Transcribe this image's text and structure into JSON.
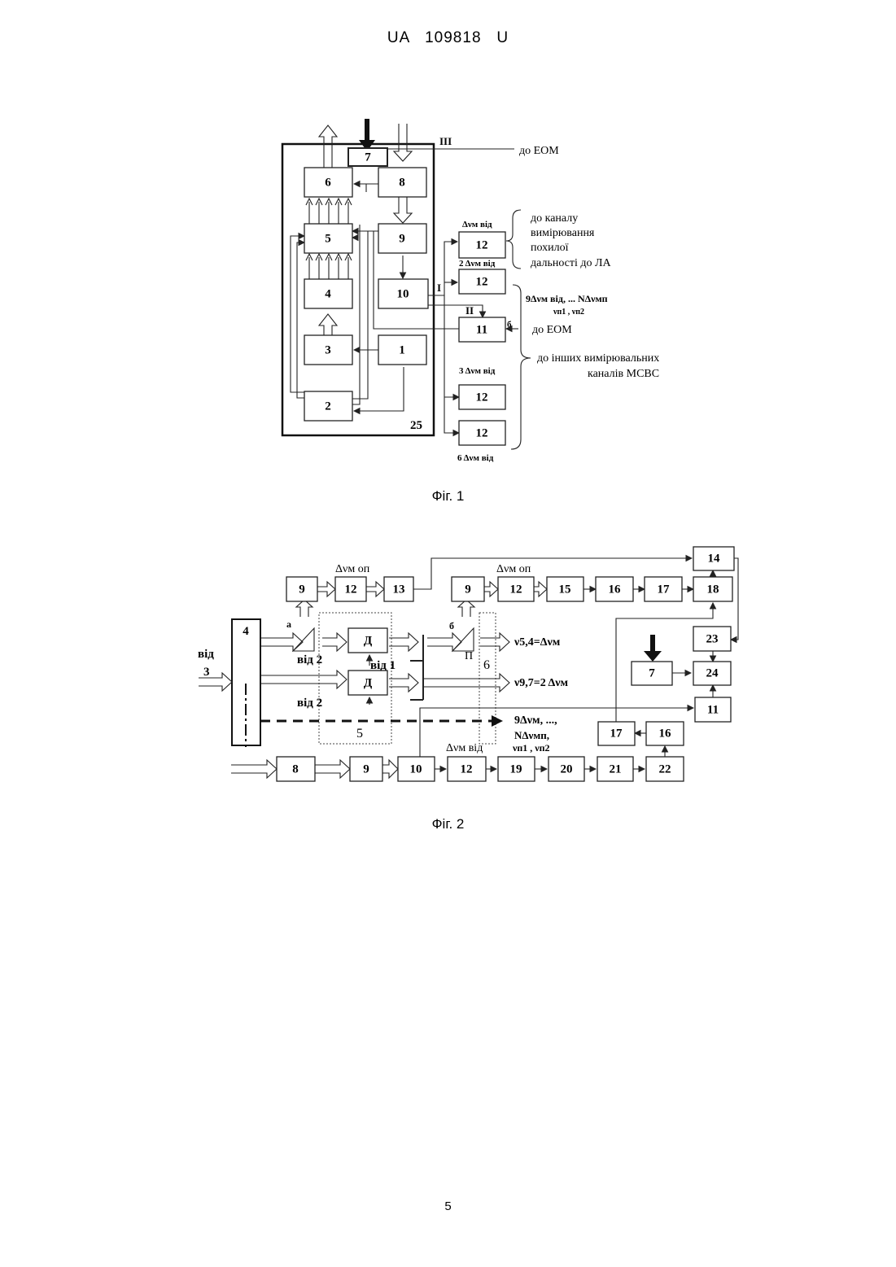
{
  "header": {
    "text": "UA   109818   U"
  },
  "fig1": {
    "caption": "Фіг. 1",
    "blocks": {
      "b1": "1",
      "b2": "2",
      "b3": "3",
      "b4": "4",
      "b5": "5",
      "b6": "6",
      "b7": "7",
      "b8": "8",
      "b9": "9",
      "b10": "10",
      "b11": "11",
      "b12": "12"
    },
    "labels": {
      "roman3": "III",
      "roman1": "I",
      "roman2": "II",
      "b_mark": "б",
      "num25": "25",
      "to_eom_top": "до ЕОМ",
      "to_eom_mid": "до ЕОМ",
      "dv_1": "Δνм від",
      "dv_2": "2 Δνм від",
      "dv_3": "3 Δνм від",
      "dv_6": "6 Δνм від",
      "dv_9n": "9Δνм від, ... NΔνмп",
      "vn": "νп1 , νп2",
      "range_line1": "до каналу",
      "range_line2": "вимірювання",
      "range_line3": "похилої",
      "range_line4": "дальності до ЛА",
      "other_line1": "до інших вимірювальних",
      "other_line2": "каналів МСВС"
    }
  },
  "fig2": {
    "caption": "Фіг. 2",
    "blocks": {
      "n4": "4",
      "n9a": "9",
      "n12a": "12",
      "n13": "13",
      "n9b": "9",
      "n12b": "12",
      "n15": "15",
      "n16a": "16",
      "n17a": "17",
      "n14": "14",
      "n18": "18",
      "n23": "23",
      "n24": "24",
      "n7": "7",
      "n11": "11",
      "n17b": "17",
      "n16b": "16",
      "n8": "8",
      "n9c": "9",
      "n10": "10",
      "n12c": "12",
      "n19": "19",
      "n20": "20",
      "n21": "21",
      "n22": "22",
      "d1": "Д",
      "d2": "Д"
    },
    "labels": {
      "vid": "від",
      "three": "3",
      "a": "а",
      "b": "б",
      "p": "П",
      "vid2_a": "від 2",
      "vid1": "від 1",
      "vid2_b": "від 2",
      "five": "5",
      "six": "6",
      "dv_op1": "Δνм оп",
      "dv_op2": "Δνм оп",
      "dv_vid": "Δνм від",
      "nu54": "ν5,4=Δνм",
      "nu97": "ν9,7=2 Δνм",
      "nine_dv": "9Δνм, ...,",
      "n_dv": "NΔνмп,",
      "vn": "νп1 , νп2"
    }
  },
  "page_number": "5"
}
